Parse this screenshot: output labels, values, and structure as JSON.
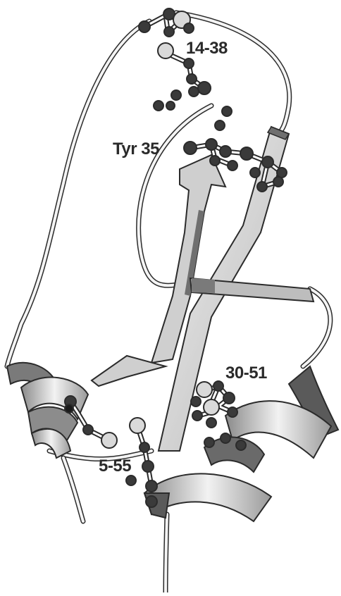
{
  "labels": {
    "disulfide_top": "14-38",
    "tyrosine": "Tyr 35",
    "disulfide_mid": "30-51",
    "disulfide_bottom": "5-55"
  },
  "colors": {
    "background": "#ffffff",
    "ribbon_light": "#e6e6e6",
    "ribbon_mid": "#bdbdbd",
    "ribbon_dark": "#6f6f6f",
    "outline": "#2b2b2b",
    "atom_dark": "#3a3a3a",
    "atom_light": "#d9d9d9",
    "bond": "#ffffff"
  },
  "structure": {
    "secondary_elements": [
      "coil-loop",
      "beta-strand",
      "beta-strand",
      "alpha-helix",
      "alpha-helix"
    ],
    "bond_sites": [
      "disulfide_top",
      "tyrosine",
      "disulfide_mid",
      "disulfide_bottom"
    ]
  }
}
